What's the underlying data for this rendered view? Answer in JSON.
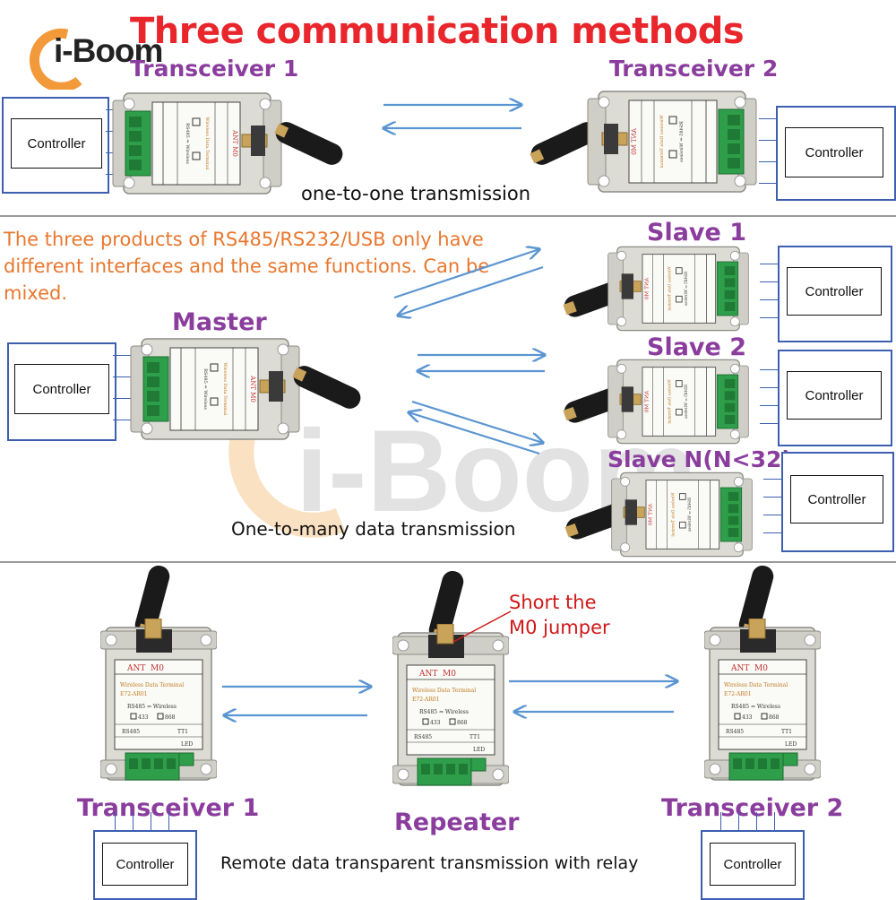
{
  "title": "Three communication methods",
  "logo": {
    "text": "i-Boom"
  },
  "watermark": {
    "text": "i-Boom"
  },
  "section1": {
    "left_label": "Transceiver 1",
    "right_label": "Transceiver 2",
    "caption": "one-to-one transmission",
    "left_controller": "Controller",
    "right_controller": "Controller"
  },
  "section2": {
    "note": "The three products of RS485/RS232/USB only have different interfaces and the same functions. Can be mixed.",
    "master_label": "Master",
    "slave1_label": "Slave 1",
    "slave2_label": "Slave 2",
    "slaveN_label": "Slave N(N<32)",
    "caption": "One-to-many data transmission",
    "master_controller": "Controller",
    "slave1_controller": "Controller",
    "slave2_controller": "Controller",
    "slaveN_controller": "Controller"
  },
  "section3": {
    "left_label": "Transceiver 1",
    "middle_label": "Repeater",
    "right_label": "Transceiver 2",
    "note_line1": "Short the",
    "note_line2": "M0 jumper",
    "caption": "Remote data transparent transmission with relay",
    "left_controller": "Controller",
    "right_controller": "Controller"
  },
  "device": {
    "ant": "ANT",
    "m0": "M0",
    "line1": "Wireless Data Terminal",
    "line2": "RS485 <-> Wireless",
    "line3": "E72-AR01",
    "opt1": "433",
    "opt2": "868",
    "port1": "RS485",
    "port2": "TT1",
    "port3": "LED"
  },
  "colors": {
    "title": "#e8262c",
    "label": "#8b3d9e",
    "note": "#e8772e",
    "arrow": "#5b95d1",
    "controller_border": "#3c5fb0",
    "terminal": "#2f9e4a"
  }
}
